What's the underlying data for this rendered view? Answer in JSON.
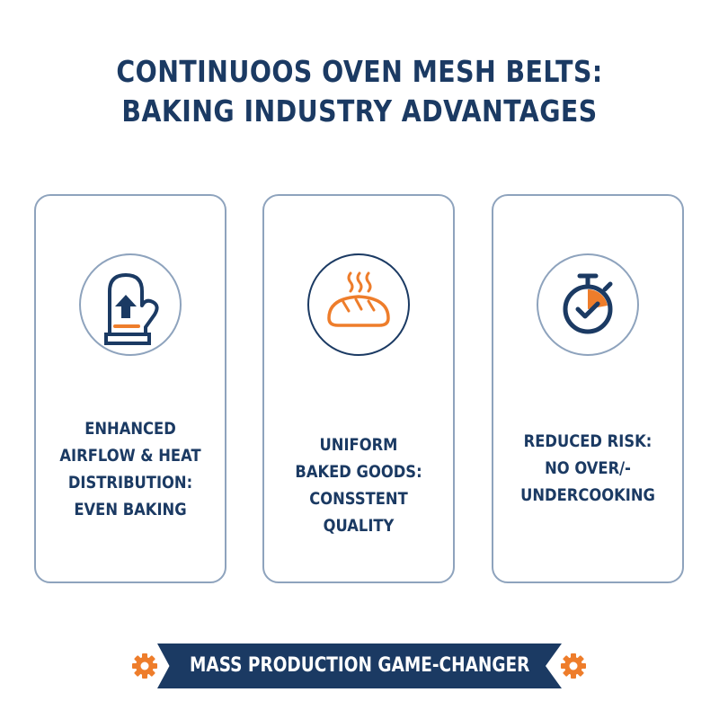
{
  "header": {
    "title_line1": "CONTINUOOS OVEN MESH BELTS:",
    "title_line2": "BAKING INDUSTRY ADVANTAGES"
  },
  "colors": {
    "navy": "#1b3a63",
    "orange": "#ee7d2b",
    "card_border": "#8ea3bd",
    "background": "#ffffff"
  },
  "cards": [
    {
      "icon": "oven-mitt-arrow-up-icon",
      "lines": [
        "ENHANCED",
        "AIRFLOW & HEAT",
        "DISTRIBUTION:",
        "EVEN BAKING"
      ]
    },
    {
      "icon": "steaming-bread-icon",
      "lines": [
        "UNIFORM",
        "BAKED GOODS:",
        "CONSSTENT",
        "QUALITY"
      ]
    },
    {
      "icon": "stopwatch-check-icon",
      "lines": [
        "REDUCED RISK:",
        "NO OVER/-",
        "UNDERCOOKING"
      ]
    }
  ],
  "banner": {
    "label": "MASS PRODUCTION GAME-CHANGER",
    "left_icon": "gear-icon",
    "right_icon": "gear-icon"
  }
}
